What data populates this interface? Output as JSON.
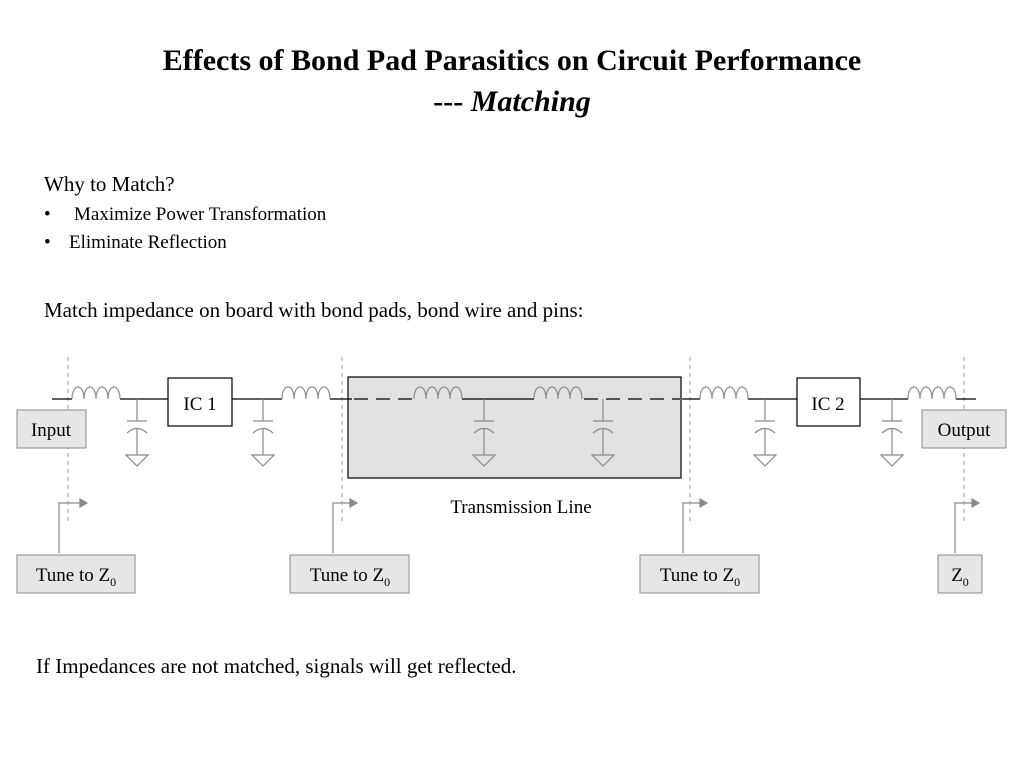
{
  "title": {
    "line1": "Effects of Bond Pad Parasitics on Circuit Performance",
    "line2_prefix": "---",
    "line2_italic": "Matching"
  },
  "intro": {
    "question": "Why to Match?",
    "bullet_char": "•",
    "bullets": [
      "Maximize Power Transformation",
      "Eliminate Reflection"
    ]
  },
  "match_text": "Match impedance on board with bond pads, bond wire and pins:",
  "diagram": {
    "input_label": "Input",
    "output_label": "Output",
    "ic1_label": "IC 1",
    "ic2_label": "IC 2",
    "tline_label": "Transmission Line",
    "tune_label_prefix": "Tune to Z",
    "tune_subscript": "0",
    "z_label": "Z",
    "z_subscript": "0",
    "colors": {
      "box_fill": "#e6e6e6",
      "box_stroke": "#7f7f7f",
      "line": "#000000",
      "gray": "#8a8a8a",
      "tline_fill": "#e1e1e1"
    }
  },
  "footer": "If Impedances are not matched, signals will get reflected."
}
